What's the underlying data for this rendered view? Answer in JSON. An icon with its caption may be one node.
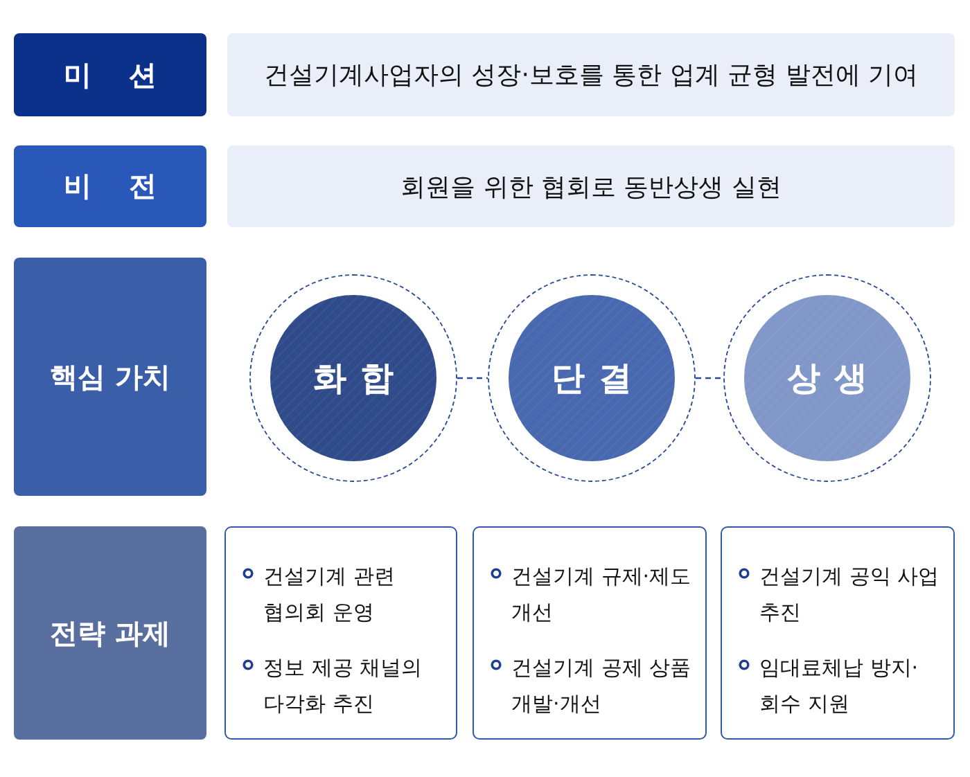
{
  "diagram": {
    "nodes": [
      {
        "text": [
          "미 션"
        ]
      },
      {
        "text": [
          "건설기계사업자의 성장·보호를 통한 업계 균형 발전에 기여"
        ]
      },
      {
        "text": [
          "비 전"
        ]
      },
      {
        "text": [
          "회원을 위한 협회로 동반상생 실현"
        ]
      },
      {
        "text": [
          "핵심 가치"
        ]
      },
      {
        "text": [
          "화 합"
        ]
      },
      {
        "text": [
          "단 결"
        ]
      },
      {
        "text": [
          "상 생"
        ]
      },
      {
        "text": [
          "전략 과제"
        ]
      },
      {
        "text": [
          "건설기계 관련 협의회 운영",
          "정보 제공 채널의 다각화 추진"
        ]
      },
      {
        "text": [
          "건설기계 규제·제도 개선",
          "건설기계 공제 상품 개발·개선"
        ]
      },
      {
        "text": [
          "건설기계 공익 사업 추진",
          "임대료체납 방지· 회수 지원"
        ]
      }
    ],
    "edges": [
      {
        "from": 5,
        "to": 6,
        "arrow": "none",
        "style": "dashed"
      },
      {
        "from": 6,
        "to": 7,
        "arrow": "none",
        "style": "dashed"
      }
    ]
  }
}
